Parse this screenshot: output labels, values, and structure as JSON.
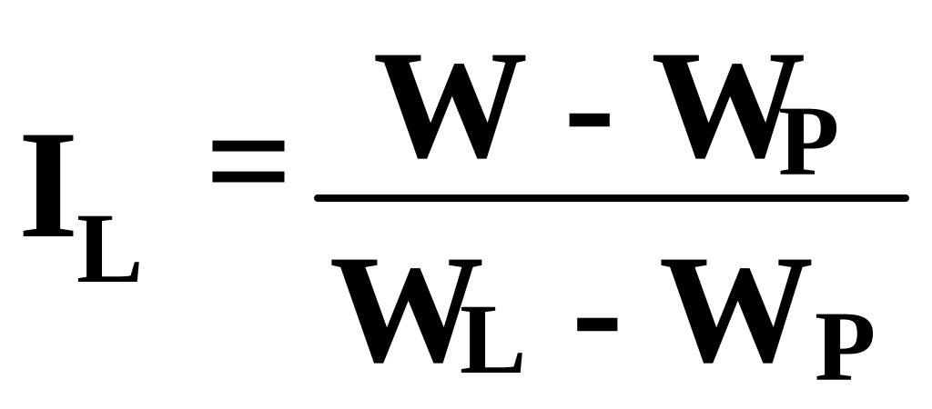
{
  "formula": {
    "lhs": {
      "symbol": "I",
      "subscript": "L"
    },
    "operator": "=",
    "numerator": {
      "text": "W - W",
      "subscript": "P"
    },
    "denominator": {
      "first": "W",
      "first_subscript": "L",
      "rest": "- W",
      "rest_subscript": "P"
    }
  }
}
